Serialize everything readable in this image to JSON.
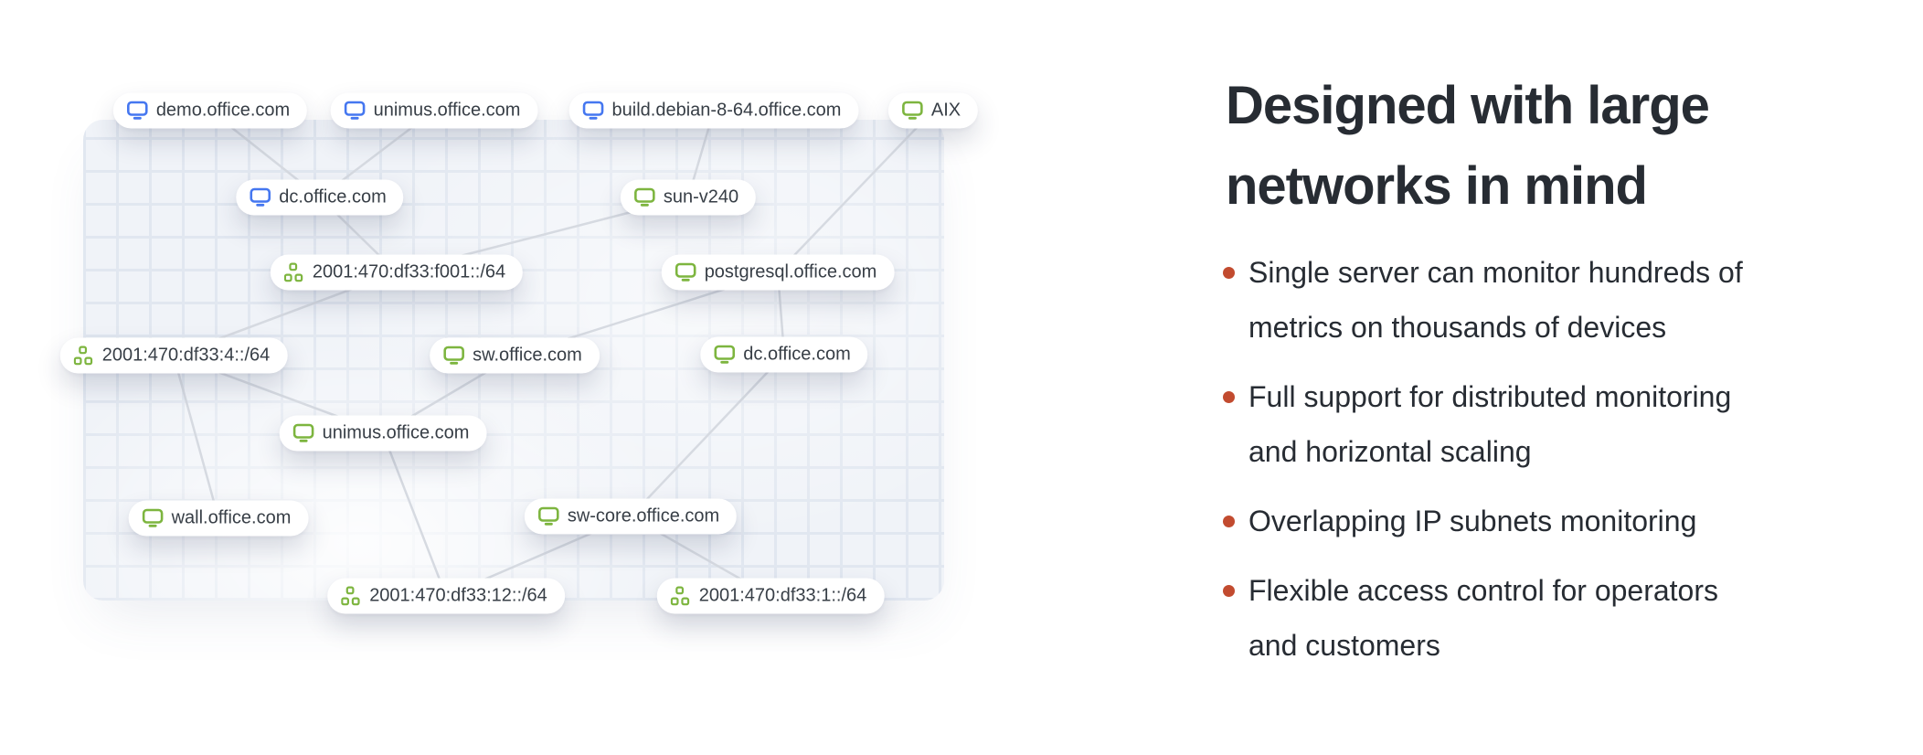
{
  "map": {
    "nodes": [
      {
        "id": "demo",
        "label": "demo.office.com",
        "icon": "monitor",
        "color": "blue"
      },
      {
        "id": "unimus-top",
        "label": "unimus.office.com",
        "icon": "monitor",
        "color": "blue"
      },
      {
        "id": "build",
        "label": "build.debian-8-64.office.com",
        "icon": "monitor",
        "color": "blue"
      },
      {
        "id": "aix",
        "label": "AIX",
        "icon": "monitor",
        "color": "green"
      },
      {
        "id": "dc-top",
        "label": "dc.office.com",
        "icon": "monitor",
        "color": "blue"
      },
      {
        "id": "sun-v240",
        "label": "sun-v240",
        "icon": "monitor",
        "color": "green"
      },
      {
        "id": "subnet-f001",
        "label": "2001:470:df33:f001::/64",
        "icon": "subnet",
        "color": "green"
      },
      {
        "id": "postgresql",
        "label": "postgresql.office.com",
        "icon": "monitor",
        "color": "green"
      },
      {
        "id": "subnet-4",
        "label": "2001:470:df33:4::/64",
        "icon": "subnet",
        "color": "green"
      },
      {
        "id": "sw",
        "label": "sw.office.com",
        "icon": "monitor",
        "color": "green"
      },
      {
        "id": "dc-mid",
        "label": "dc.office.com",
        "icon": "monitor",
        "color": "green"
      },
      {
        "id": "unimus-mid",
        "label": "unimus.office.com",
        "icon": "monitor",
        "color": "green"
      },
      {
        "id": "wall",
        "label": "wall.office.com",
        "icon": "monitor",
        "color": "green"
      },
      {
        "id": "sw-core",
        "label": "sw-core.office.com",
        "icon": "monitor",
        "color": "green"
      },
      {
        "id": "subnet-12",
        "label": "2001:470:df33:12::/64",
        "icon": "subnet",
        "color": "green"
      },
      {
        "id": "subnet-1",
        "label": "2001:470:df33:1::/64",
        "icon": "subnet",
        "color": "green"
      }
    ],
    "edges": [
      [
        "demo",
        "dc-top"
      ],
      [
        "unimus-top",
        "dc-top"
      ],
      [
        "dc-top",
        "subnet-f001"
      ],
      [
        "subnet-f001",
        "sun-v240"
      ],
      [
        "sun-v240",
        "build"
      ],
      [
        "aix",
        "postgresql"
      ],
      [
        "postgresql",
        "sw"
      ],
      [
        "postgresql",
        "dc-mid"
      ],
      [
        "dc-mid",
        "sw-core"
      ],
      [
        "subnet-f001",
        "subnet-4"
      ],
      [
        "subnet-4",
        "unimus-mid"
      ],
      [
        "unimus-mid",
        "sw"
      ],
      [
        "subnet-4",
        "wall"
      ],
      [
        "unimus-mid",
        "subnet-12"
      ],
      [
        "sw-core",
        "subnet-12"
      ],
      [
        "sw-core",
        "subnet-1"
      ]
    ]
  },
  "feature": {
    "heading": "Designed with large\nnetworks in mind",
    "bullets": [
      "Single server can monitor hundreds of\nmetrics on thousands of devices",
      "Full support for distributed monitoring\nand horizontal scaling",
      "Overlapping IP subnets monitoring",
      "Flexible access control for operators\nand customers"
    ]
  },
  "palette": {
    "device_blue": "#4577f0",
    "device_green": "#7db53f",
    "bullet_dot": "#c24b2f",
    "heading_text": "#272c33",
    "edge_line": "#d6dae1",
    "grid_line": "#e1e7f0",
    "panel_bg": "#f0f3f8"
  }
}
